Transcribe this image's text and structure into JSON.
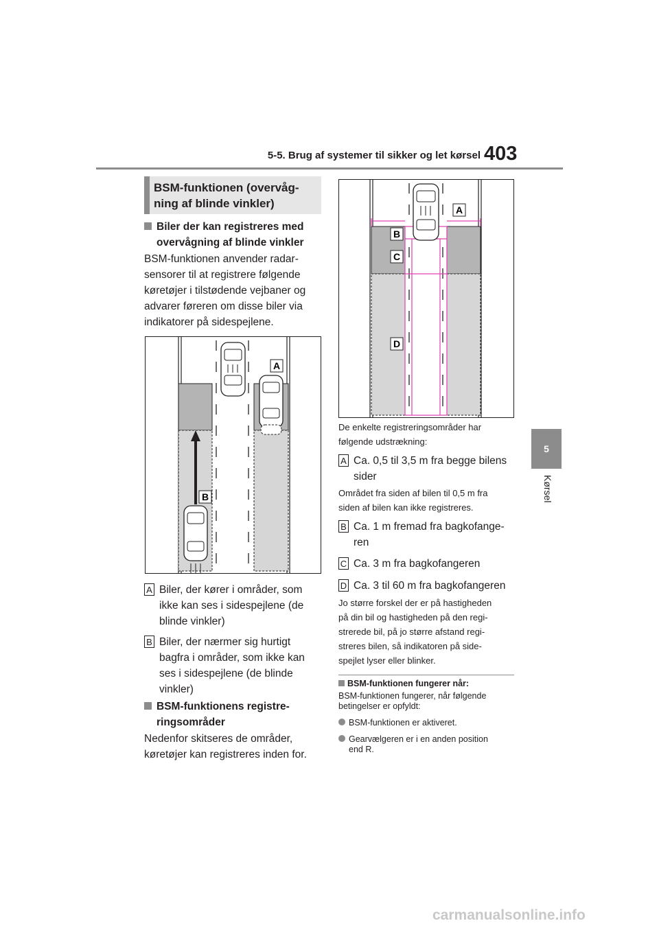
{
  "header": {
    "section": "5-5. Brug af systemer til sikker og let kørsel",
    "page_number": "403"
  },
  "side_tab": {
    "chapter": "5",
    "label": "Kørsel"
  },
  "left": {
    "section_title_line1": "BSM-funktionen (overvåg-",
    "section_title_line2": "ning af blinde vinkler)",
    "heading1_line1": "Biler der kan registreres med",
    "heading1_line2": "overvågning af blinde vinkler",
    "para1": [
      "BSM-funktionen anvender radar-",
      "sensorer til at registrere følgende",
      "køretøjer i tilstødende vejbaner og",
      "advarer føreren om disse biler via",
      "indikatorer på sidespejlene."
    ],
    "figure1_labels": {
      "a": "A",
      "b": "B"
    },
    "item_a_badge": "A",
    "item_a": [
      "Biler, der kører i områder, som",
      "ikke kan ses i sidespejlene (de",
      "blinde vinkler)"
    ],
    "item_b_badge": "B",
    "item_b": [
      "Biler, der nærmer sig hurtigt",
      "bagfra i områder, som ikke kan",
      "ses i sidespejlene (de blinde",
      "vinkler)"
    ],
    "heading2_line1": "BSM-funktionens registre-",
    "heading2_line2": "ringsområder",
    "para2": [
      "Nedenfor skitseres de områder,",
      "køretøjer kan registreres inden for."
    ]
  },
  "right": {
    "figure2_labels": {
      "a": "A",
      "b": "B",
      "c": "C",
      "d": "D"
    },
    "caption": [
      "De enkelte registreringsområder har",
      "følgende udstrækning:"
    ],
    "range_a_badge": "A",
    "range_a": [
      "Ca. 0,5 til 3,5 m fra begge bilens",
      "sider"
    ],
    "range_a_note": [
      "Området fra siden af bilen til 0,5 m fra",
      "siden af bilen kan ikke registreres."
    ],
    "range_b_badge": "B",
    "range_b": [
      "Ca. 1 m fremad fra bagkofange-",
      "ren"
    ],
    "range_c_badge": "C",
    "range_c": "Ca. 3 m fra bagkofangeren",
    "range_d_badge": "D",
    "range_d": "Ca. 3 til 60 m fra bagkofangeren",
    "note": [
      "Jo større forskel der er på hastigheden",
      "på din bil og hastigheden på den regi-",
      "strerede bil, på jo større afstand regi-",
      "streres bilen, så indikatoren på side-",
      "spejlet lyser eller blinker."
    ],
    "info_heading": "BSM-funktionen fungerer når:",
    "info_text": [
      "BSM-funktionen fungerer, når følgende",
      "betingelser er opfyldt:"
    ],
    "info_bullets": [
      "BSM-funktionen er aktiveret.",
      "Gearvælgeren er i en anden position"
    ],
    "info_bullet2_cont": "end R."
  },
  "footer": {
    "watermark": "carmanualsonline.info"
  },
  "colors": {
    "accent_gray": "#8c8c8c",
    "zone_gray": "#c8c8c8",
    "zone_dark": "#b4b4b4",
    "magenta": "#e040b0"
  }
}
